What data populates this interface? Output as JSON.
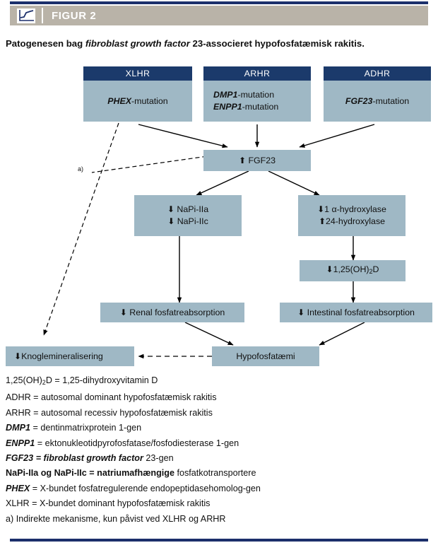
{
  "header": {
    "label": "FIGUR 2",
    "icon": "line-chart-icon",
    "banner_color": "#b9b3a8",
    "rule_color": "#1b2f6b"
  },
  "caption": {
    "pre": "Patogenesen bag ",
    "italic": "fibroblast growth factor",
    "post": " 23-associeret hypofosfatæmisk rakitis."
  },
  "colors": {
    "node_header": "#1b3a6b",
    "node_body": "#9fb8c5",
    "stroke": "#000000"
  },
  "diagram": {
    "type": "flowchart",
    "top_nodes": [
      {
        "id": "xlhr",
        "title": "XLHR",
        "lines": [
          {
            "italic": "PHEX",
            "rest": "-mutation"
          }
        ]
      },
      {
        "id": "arhr",
        "title": "ARHR",
        "lines": [
          {
            "italic": "DMP1",
            "rest": "-mutation"
          },
          {
            "italic": "ENPP1",
            "rest": "-mutation"
          }
        ]
      },
      {
        "id": "adhr",
        "title": "ADHR",
        "lines": [
          {
            "italic": "FGF23",
            "rest": "-mutation"
          }
        ]
      }
    ],
    "process_nodes": [
      {
        "id": "fgf23",
        "lines": [
          {
            "arrow": "up",
            "text": "FGF23"
          }
        ]
      },
      {
        "id": "napi",
        "lines": [
          {
            "arrow": "down",
            "text": "NaPi-IIa"
          },
          {
            "arrow": "down",
            "text": "NaPi-IIc"
          }
        ]
      },
      {
        "id": "hydrox",
        "lines": [
          {
            "arrow": "down",
            "text": "1 α-hydroxylase"
          },
          {
            "arrow": "up",
            "text": "24-hydroxylase"
          }
        ]
      },
      {
        "id": "vitd",
        "lines": [
          {
            "arrow": "down",
            "text": "1,25(OH)₂D"
          }
        ]
      },
      {
        "id": "renal",
        "lines": [
          {
            "arrow": "down",
            "text": "Renal fosfatreabsorption"
          }
        ]
      },
      {
        "id": "intest",
        "lines": [
          {
            "arrow": "down",
            "text": "Intestinal fosfatreabsorption"
          }
        ]
      },
      {
        "id": "bone",
        "lines": [
          {
            "arrow": "down",
            "text": "Knoglemineralisering"
          }
        ]
      },
      {
        "id": "hypo",
        "lines": [
          {
            "arrow": "none",
            "text": "Hypofosfatæmi"
          }
        ]
      }
    ],
    "footnote_marker": "a)"
  },
  "legend": {
    "items": [
      {
        "term": "1,25(OH)",
        "sub": "2",
        "term2": "D",
        "style": "plain",
        "def": " = 1,25-dihydroxyvitamin D"
      },
      {
        "term": "ADHR",
        "style": "plain",
        "def": " = autosomal dominant hypofosfatæmisk rakitis"
      },
      {
        "term": "ARHR",
        "style": "plain",
        "def": " = autosomal recessiv hypofosfatæmisk rakitis"
      },
      {
        "term": "DMP1",
        "style": "italic",
        "def": " = dentinmatrixprotein 1-gen"
      },
      {
        "term": "ENPP1",
        "style": "italic",
        "def": " = ektonukleotidpyrofosfatase/fosfodiesterase 1-gen"
      },
      {
        "term": "FGF23",
        "style": "italic",
        "def_italic": " = fibroblast growth factor",
        "def": " 23-gen"
      },
      {
        "term": "NaPi-IIa og NaPi-IIc = natriumafhængige",
        "style": "bold",
        "def": " fosfatkotransportere"
      },
      {
        "term": "PHEX",
        "style": "italic",
        "def": " = X-bundet fosfatregulerende endopeptidasehomolog-gen"
      },
      {
        "term": "XLHR",
        "style": "plain",
        "def": " = X-bundet dominant hypofosfatæmisk rakitis"
      },
      {
        "term": "a) Indirekte mekanisme, kun påvist ved XLHR og ARHR",
        "style": "plain",
        "def": ""
      }
    ]
  }
}
